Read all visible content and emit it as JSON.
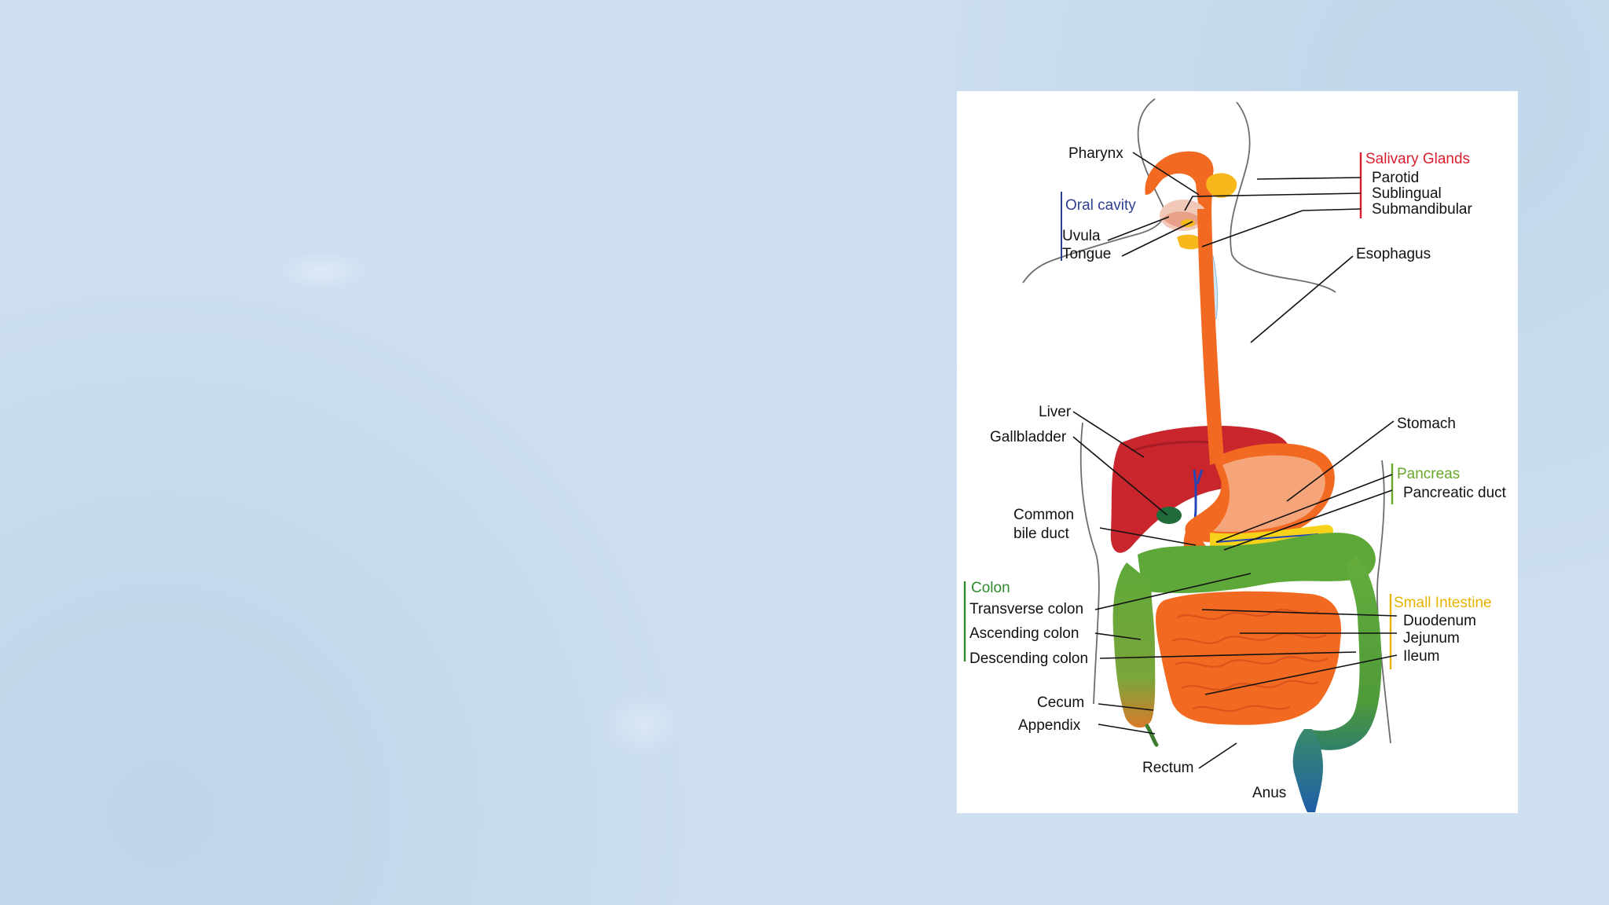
{
  "diagram": {
    "labels": {
      "pharynx": "Pharynx",
      "oral_cavity": "Oral cavity",
      "uvula": "Uvula",
      "tongue": "Tongue",
      "salivary_glands": "Salivary Glands",
      "parotid": "Parotid",
      "sublingual": "Sublingual",
      "submandibular": "Submandibular",
      "esophagus": "Esophagus",
      "liver": "Liver",
      "gallbladder": "Gallbladder",
      "common_bile_duct_1": "Common",
      "common_bile_duct_2": "bile duct",
      "stomach": "Stomach",
      "pancreas": "Pancreas",
      "pancreatic_duct": "Pancreatic duct",
      "colon": "Colon",
      "transverse_colon": "Transverse colon",
      "ascending_colon": "Ascending colon",
      "descending_colon": "Descending colon",
      "cecum": "Cecum",
      "appendix": "Appendix",
      "rectum": "Rectum",
      "anus": "Anus",
      "small_intestine": "Small Intestine",
      "duodenum": "Duodenum",
      "jejunum": "Jejunum",
      "ileum": "Ileum"
    },
    "colors": {
      "salivary": "#d91f2e",
      "oral_cavity": "#2e3f8f",
      "pancreas": "#6aa62a",
      "colon": "#2f8a2f",
      "small_intestine": "#e6b400",
      "liver": "#c8252c",
      "digestive_tract": "#f26a21",
      "colon_fill": "#5ea83a"
    }
  }
}
